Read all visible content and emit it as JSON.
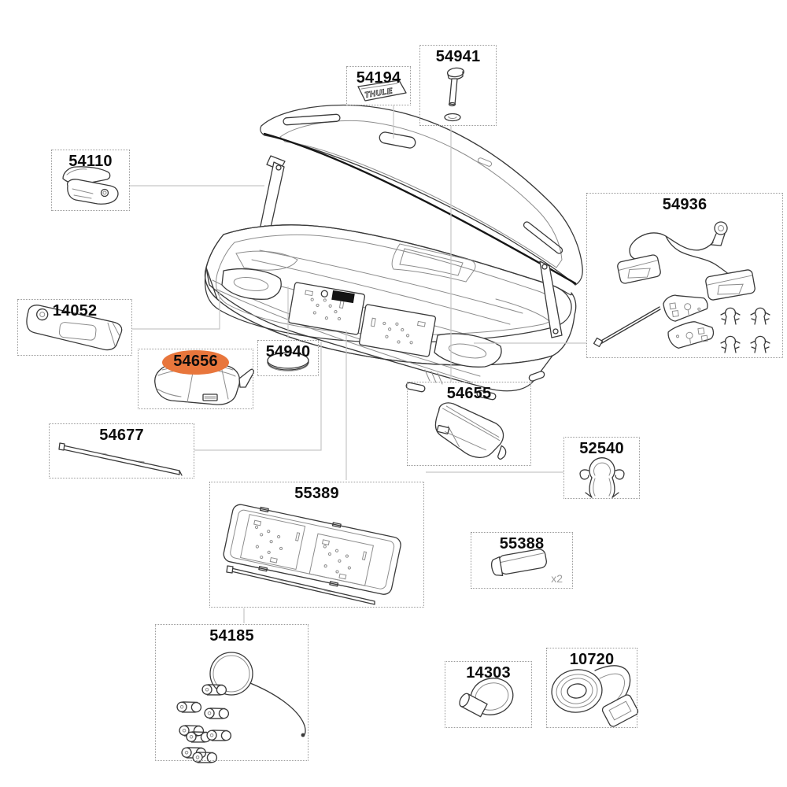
{
  "diagram": {
    "kind": "roof-box-exploded-parts-diagram",
    "highlight_color": "#E8763C",
    "parts": [
      {
        "id": "54194",
        "label": "54194",
        "text": "THULE",
        "highlighted": false
      },
      {
        "id": "54941",
        "label": "54941",
        "highlighted": false
      },
      {
        "id": "54110",
        "label": "54110",
        "highlighted": false
      },
      {
        "id": "54936",
        "label": "54936",
        "highlighted": false
      },
      {
        "id": "14052",
        "label": "14052",
        "highlighted": false
      },
      {
        "id": "54656",
        "label": "54656",
        "highlighted": true
      },
      {
        "id": "54940",
        "label": "54940",
        "highlighted": false
      },
      {
        "id": "54655",
        "label": "54655",
        "highlighted": false
      },
      {
        "id": "54677",
        "label": "54677",
        "highlighted": false
      },
      {
        "id": "52540",
        "label": "52540",
        "highlighted": false
      },
      {
        "id": "55389",
        "label": "55389",
        "highlighted": false
      },
      {
        "id": "55388",
        "label": "55388",
        "qty": "x2",
        "highlighted": false
      },
      {
        "id": "54185",
        "label": "54185",
        "highlighted": false
      },
      {
        "id": "14303",
        "label": "14303",
        "highlighted": false
      },
      {
        "id": "10720",
        "label": "10720",
        "highlighted": false
      }
    ]
  }
}
